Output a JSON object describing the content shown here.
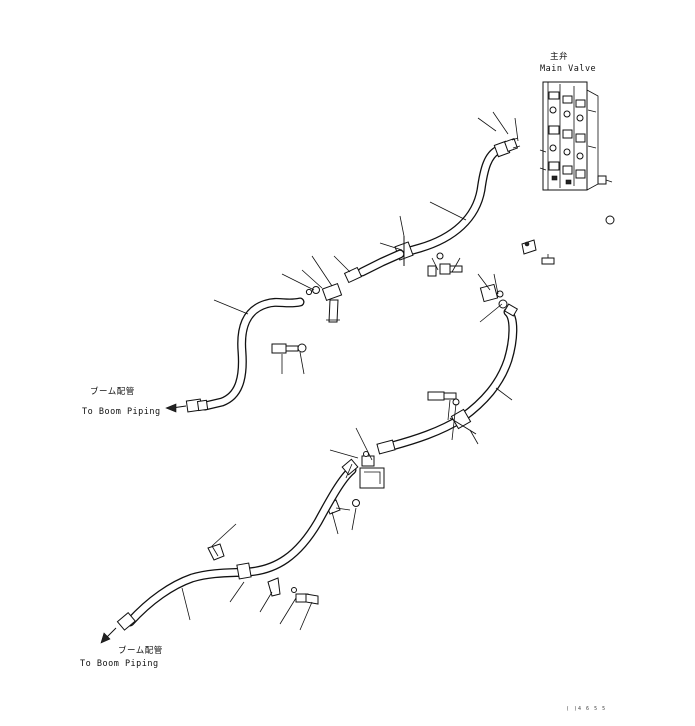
{
  "labels": {
    "main_valve_jp": "主弁",
    "main_valve_en": "Main Valve",
    "boom_upper_jp": "ブーム配管",
    "boom_upper_en": "To Boom Piping",
    "boom_lower_jp": "ブーム配管",
    "boom_lower_en": "To Boom Piping",
    "drawing_code": "( )4 6 5 5"
  },
  "colors": {
    "line": "#111111",
    "background": "#ffffff"
  }
}
